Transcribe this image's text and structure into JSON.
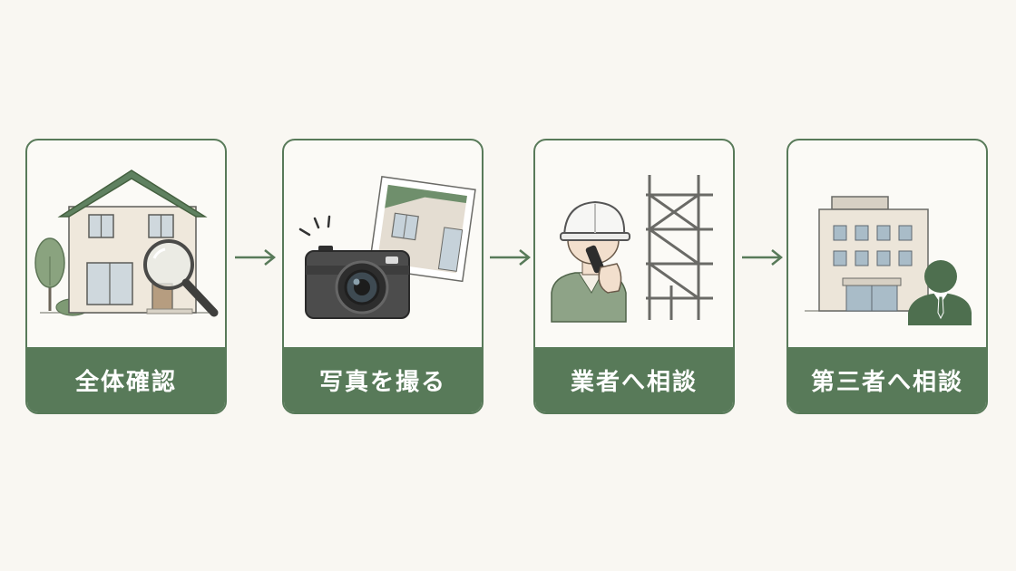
{
  "steps": [
    {
      "label": "全体確認",
      "icon": "house-magnifier-icon"
    },
    {
      "label": "写真を撮る",
      "icon": "camera-photo-icon"
    },
    {
      "label": "業者へ相談",
      "icon": "worker-phone-scaffold-icon"
    },
    {
      "label": "第三者へ相談",
      "icon": "office-consultant-icon"
    }
  ],
  "colors": {
    "accent": "#587a59",
    "background": "#f9f7f2",
    "card": "#fbfaf6",
    "label_text": "#ffffff"
  }
}
